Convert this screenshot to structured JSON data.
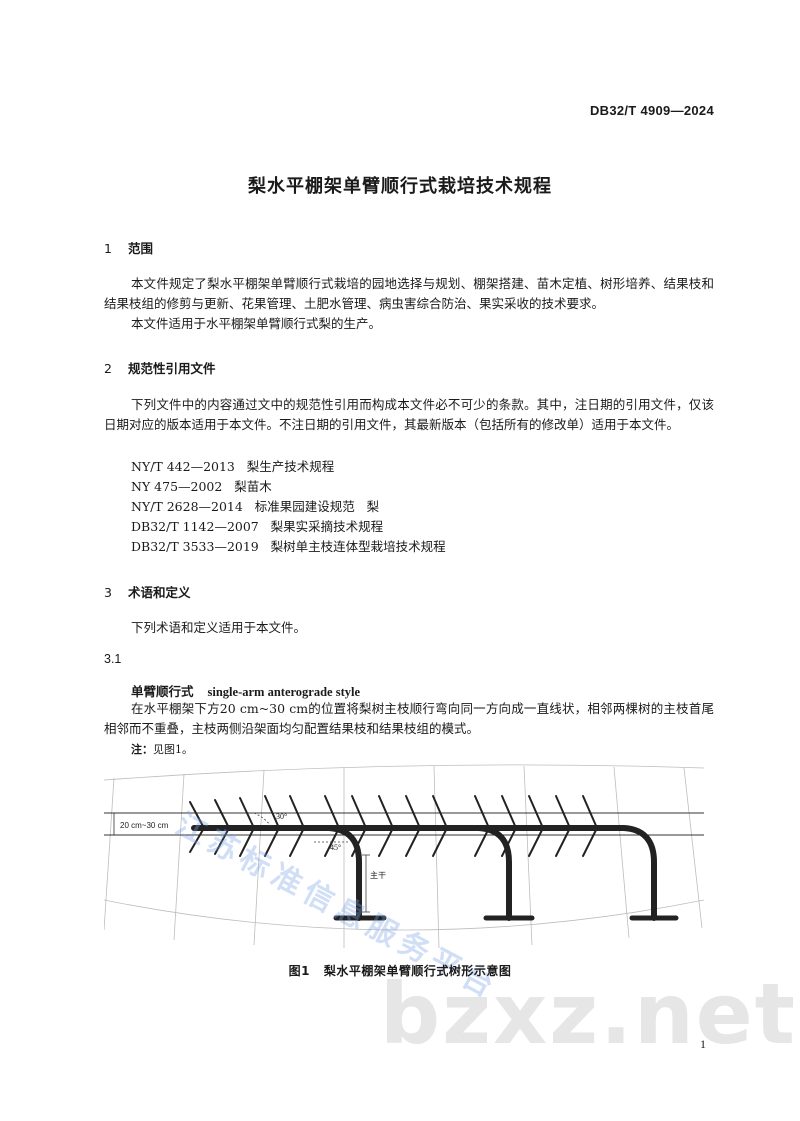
{
  "header": {
    "standard_code": "DB32/T 4909—2024"
  },
  "title": "梨水平棚架单臂顺行式栽培技术规程",
  "sections": {
    "s1": {
      "num": "1",
      "title": "范围",
      "paragraphs": [
        "本文件规定了梨水平棚架单臂顺行式栽培的园地选择与规划、棚架搭建、苗木定植、树形培养、结果枝和结果枝组的修剪与更新、花果管理、土肥水管理、病虫害综合防治、果实采收的技术要求。",
        "本文件适用于水平棚架单臂顺行式梨的生产。"
      ]
    },
    "s2": {
      "num": "2",
      "title": "规范性引用文件",
      "paragraph": "下列文件中的内容通过文中的规范性引用而构成本文件必不可少的条款。其中，注日期的引用文件，仅该日期对应的版本适用于本文件。不注日期的引用文件，其最新版本（包括所有的修改单）适用于本文件。",
      "refs": [
        "NY/T 442—2013   梨生产技术规程",
        "NY 475—2002   梨苗木",
        "NY/T 2628—2014   标准果园建设规范   梨",
        "DB32/T 1142—2007   梨果实采摘技术规程",
        "DB32/T 3533—2019   梨树单主枝连体型栽培技术规程"
      ]
    },
    "s3": {
      "num": "3",
      "title": "术语和定义",
      "paragraph": "下列术语和定义适用于本文件。",
      "term_id": "3.1",
      "term_cn": "单臂顺行式",
      "term_en": "single-arm anterograde style",
      "definition": "在水平棚架下方20 cm~30 cm的位置将梨树主枝顺行弯向同一方向成一直线状，相邻两棵树的主枝首尾相邻而不重叠，主枝两侧沿架面均匀配置结果枝和结果枝组的模式。",
      "note_label": "注：",
      "note_text": "见图1。"
    }
  },
  "figure": {
    "label_range": "20 cm~30 cm",
    "label_angle_30": "30°",
    "label_angle_45": "45°",
    "label_trunk": "主干",
    "caption_num": "图1",
    "caption_text": "梨水平棚架单臂顺行式树形示意图"
  },
  "watermark": {
    "overlay": "江苏标准信息服务平台",
    "brand": "bzxz.net"
  },
  "page_number": "1"
}
